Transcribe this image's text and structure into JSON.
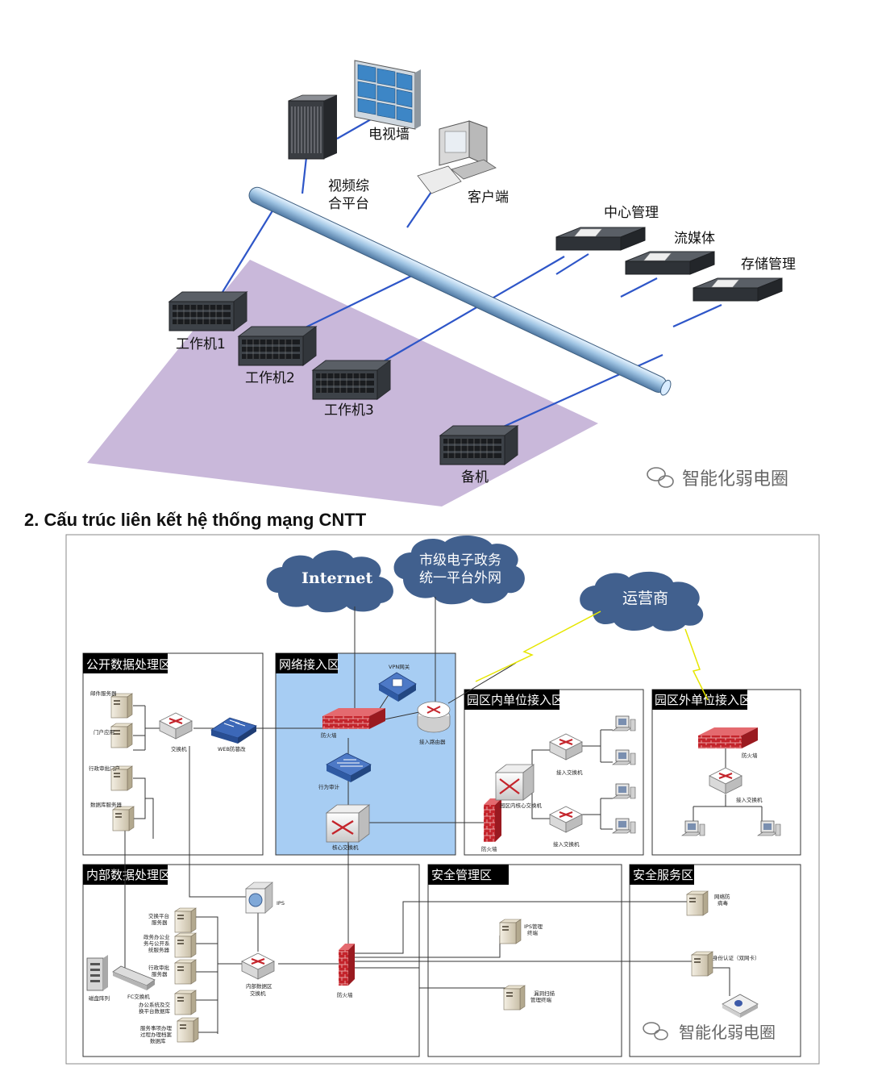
{
  "heading": "2. Cấu trúc liên kết hệ thống mạng CNTT",
  "top": {
    "tv_wall": "电视墙",
    "video_platform": [
      "视频综",
      "合平台"
    ],
    "client": "客户端",
    "center_mgmt": "中心管理",
    "streaming": "流媒体",
    "storage_mgmt": "存储管理",
    "workstation1": "工作机1",
    "workstation2": "工作机2",
    "workstation3": "工作机3",
    "backup": "备机",
    "watermark": "智能化弱电圈"
  },
  "net": {
    "cloud_internet": "Internet",
    "cloud_gov": [
      "市级电子政务",
      "统一平台外网"
    ],
    "cloud_isp": "运营商",
    "zone_public": "公开数据处理区",
    "zone_access": "网络接入区",
    "zone_campus_in": "园区内单位接入区",
    "zone_campus_out": "园区外单位接入区",
    "zone_internal": "内部数据处理区",
    "zone_sec_mgmt": "安全管理区",
    "zone_sec_service": "安全服务区",
    "mail_server": "邮件服务器",
    "portal": "门户应用",
    "admin_portal": "行政审批门户",
    "db_server": "数据库服务器",
    "switch": "交换机",
    "web_tamper": "WEB防篡改",
    "vpn_gateway": "VPN网关",
    "firewall": "防火墙",
    "access_router": "接入路由器",
    "behavior_audit": "行为审计",
    "core_switch": "核心交换机",
    "campus_core_switch": "园区内核心交换机",
    "access_switch": "接入交换机",
    "ips": "IPS",
    "exchange_platform_server": [
      "交换平台",
      "服务器"
    ],
    "gov_office_server": [
      "政务办公业",
      "务与公开系",
      "统服务器"
    ],
    "admin_approval_server": [
      "行政审批",
      "服务器"
    ],
    "office_exchange_db": [
      "办公系统及交",
      "换平台数据库"
    ],
    "service_db": [
      "服务事项办理",
      "过程办理档案",
      "数据库"
    ],
    "fc_switch": "FC交换机",
    "disk_array": "磁盘阵列",
    "internal_switch": [
      "内部数据区",
      "交换机"
    ],
    "ips_mgmt_terminal": [
      "IPS管理",
      "终端"
    ],
    "vuln_scan_terminal": [
      "漏洞扫描",
      "管理终端"
    ],
    "antivirus": [
      "网络防",
      "病毒"
    ],
    "identity_auth": "身份认证（双网卡）",
    "watermark": "智能化弱电圈"
  },
  "colors": {
    "zone_header": "#000000",
    "access_zone_fill": "#a7cdf3",
    "cloud": "#41608e",
    "firewall": "#c4242b",
    "floor": "#c9b8da",
    "link": "#2e56c8"
  }
}
